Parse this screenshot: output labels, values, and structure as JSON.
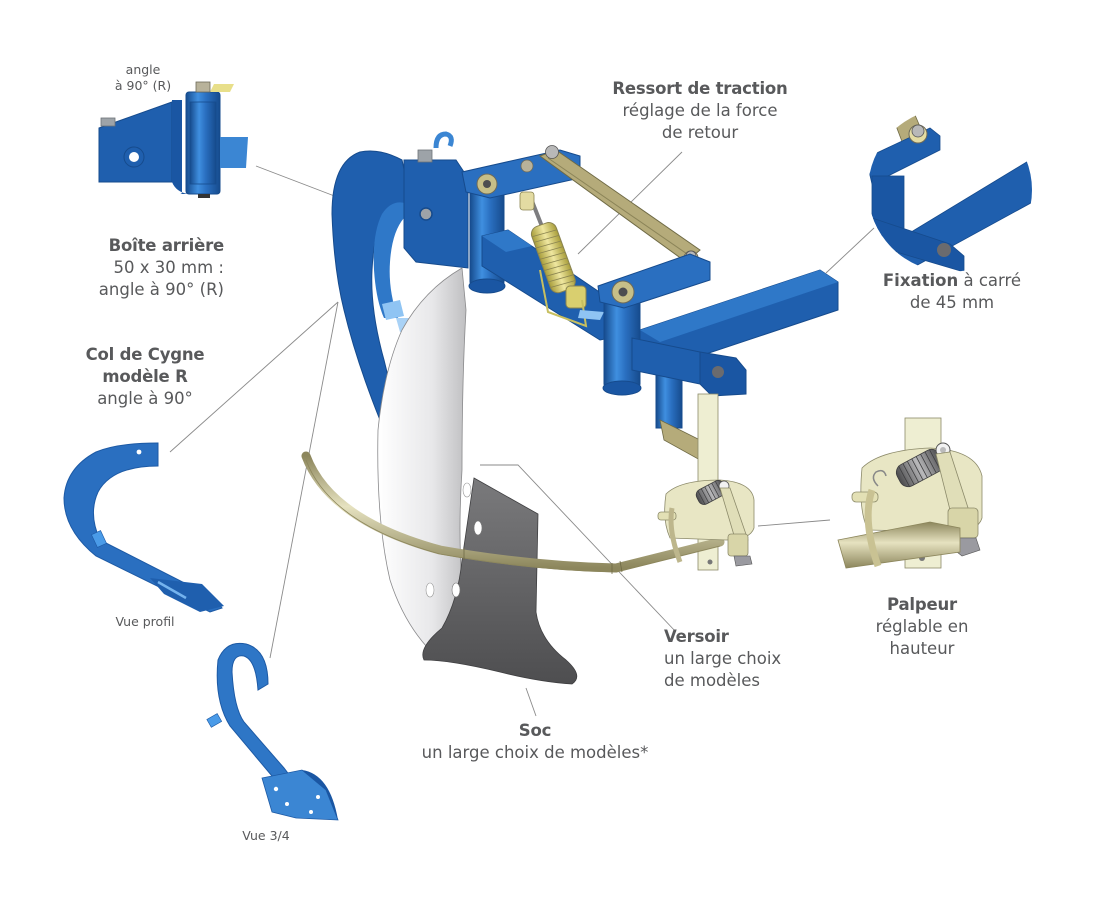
{
  "diagram": {
    "subject": "Soc de buttage - vue éclatée annotée",
    "colors": {
      "frame_blue": "#1f5fae",
      "frame_blue_light": "#3b86d3",
      "frame_blue_dark": "#164b8d",
      "spring_yellow": "#d9cf6f",
      "link_khaki": "#b5ab7a",
      "moldboard_light": "#e4e4e6",
      "share_dark": "#5a5a5c",
      "feeler_rod": "#bdb68c",
      "bracket_cream": "#eeeed2",
      "text_gray": "#58595b",
      "leader_gray": "#8a8a8a"
    },
    "labels": {
      "angle_detail": {
        "line1": "angle",
        "line2": "à 90° (R)"
      },
      "boite_arriere": {
        "title": "Boîte arrière",
        "line1": "50 x 30 mm :",
        "line2": "angle à 90° (R)"
      },
      "col_de_cygne": {
        "title_line1": "Col de Cygne",
        "title_line2": "modèle R",
        "line1": "angle à 90°"
      },
      "vue_profil": "Vue profil",
      "vue_3_4": "Vue 3/4",
      "ressort": {
        "title": "Ressort de traction",
        "line1": "réglage de la force",
        "line2": "de retour"
      },
      "fixation": {
        "title": "Fixation",
        "title_rest": " à carré",
        "line1": "de 45 mm"
      },
      "palpeur": {
        "title": "Palpeur",
        "line1": "réglable en",
        "line2": "hauteur"
      },
      "versoir": {
        "title": "Versoir",
        "line1": "un large choix",
        "line2": "de modèles"
      },
      "soc": {
        "title": "Soc",
        "line1": "un large choix de modèles*"
      }
    }
  }
}
